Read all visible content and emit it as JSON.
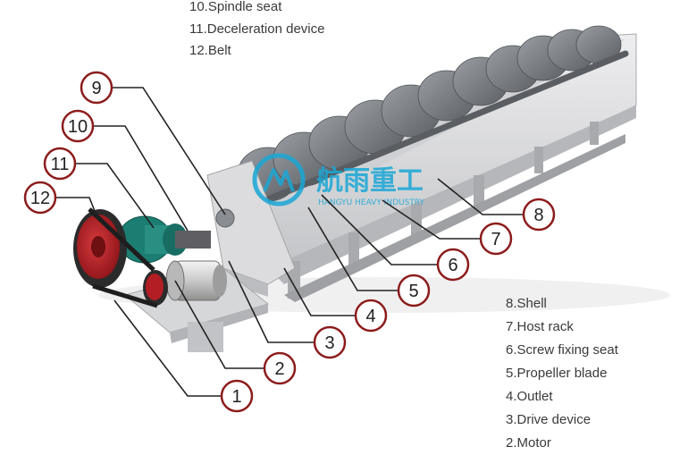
{
  "legend_top": [
    "10.Spindle seat",
    "11.Deceleration device",
    "12.Belt"
  ],
  "legend_right": [
    "8.Shell",
    "7.Host rack",
    "6.Screw fixing seat",
    "5.Propeller blade",
    "4.Outlet",
    "3.Drive device",
    "2.Motor"
  ],
  "callouts": [
    "1",
    "2",
    "3",
    "4",
    "5",
    "6",
    "7",
    "8",
    "9",
    "10",
    "11",
    "12"
  ],
  "watermark": {
    "main": "航雨重工",
    "sub": "HANGYU HEAVY INDUSTRY"
  },
  "colors": {
    "outline": "#8c1c1c",
    "pulley": "#b21e24",
    "reducer": "#1c7e72",
    "shell": "#d9d9db",
    "blade": "#777b80",
    "watermark": "#1aa7d6"
  }
}
